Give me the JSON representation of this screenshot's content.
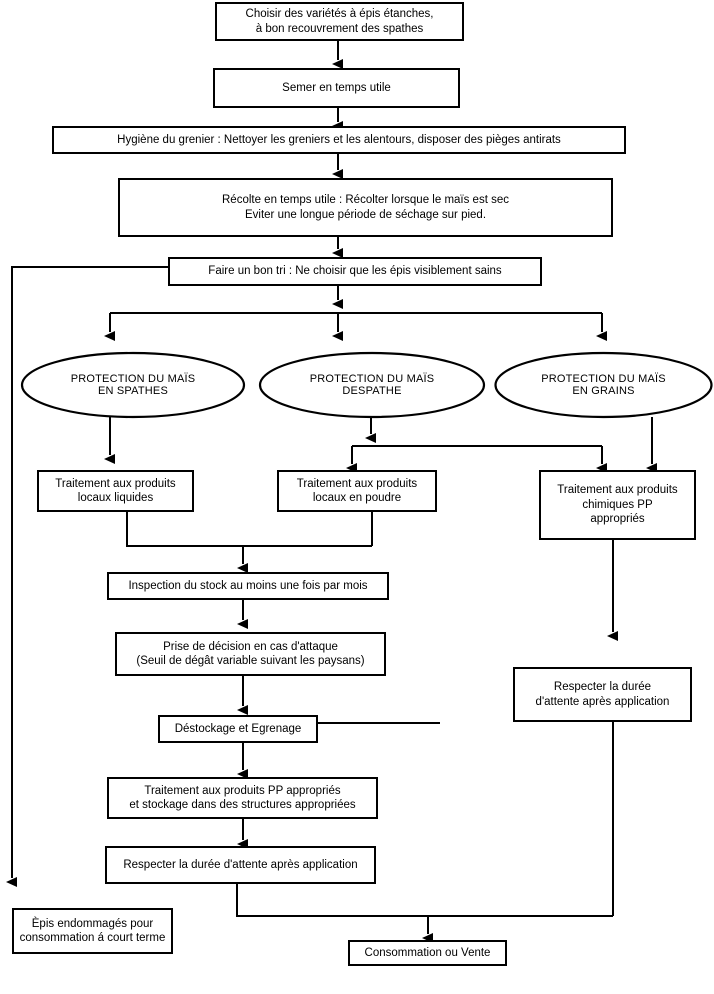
{
  "diagram": {
    "title": "Maize protection and storage flowchart",
    "language": "fr",
    "stroke_color": "#000000",
    "background_color": "#ffffff",
    "nodes": [
      {
        "id": "n1",
        "shape": "rect",
        "text": "Choisir des variétés à épis étanches,\nà bon recouvrement des spathes"
      },
      {
        "id": "n2",
        "shape": "rect",
        "text": "Semer en temps utile"
      },
      {
        "id": "n3",
        "shape": "rect",
        "text": "Hygiène du grenier : Nettoyer les greniers et les alentours, disposer des pièges antirats"
      },
      {
        "id": "n4",
        "shape": "rect",
        "text": "Récolte en temps utile : Récolter lorsque le maïs est sec\nEviter une longue période de séchage sur pied."
      },
      {
        "id": "n5",
        "shape": "rect",
        "text": "Faire un bon tri : Ne choisir que les épis visiblement sains"
      },
      {
        "id": "e1",
        "shape": "ellipse",
        "text": "PROTECTION DU MAÏS\nEN SPATHES"
      },
      {
        "id": "e2",
        "shape": "ellipse",
        "text": "PROTECTION DU  MAÏS\nDESPATHE"
      },
      {
        "id": "e3",
        "shape": "ellipse",
        "text": "PROTECTION DU MAÏS\nEN GRAINS"
      },
      {
        "id": "n6",
        "shape": "rect",
        "text": "Traitement aux produits\nlocaux  liquides"
      },
      {
        "id": "n7",
        "shape": "rect",
        "text": "Traitement aux  produits\nlocaux en poudre"
      },
      {
        "id": "n8",
        "shape": "rect",
        "text": "Traitement aux produits\nchimiques PP\nappropriés"
      },
      {
        "id": "n9",
        "shape": "rect",
        "text": "Inspection du stock au moins une fois par mois"
      },
      {
        "id": "n10",
        "shape": "rect",
        "text": "Prise de décision en cas d'attaque\n(Seuil de dégât variable suivant les paysans)"
      },
      {
        "id": "n11",
        "shape": "rect",
        "text": "Déstockage et Egrenage"
      },
      {
        "id": "n12",
        "shape": "rect",
        "text": "Traitement aux produits PP appropriés\net stockage dans des structures  appropriées"
      },
      {
        "id": "n13",
        "shape": "rect",
        "text": "Respecter la durée d'attente après application"
      },
      {
        "id": "n14",
        "shape": "rect",
        "text": "Respecter la durée\nd'attente après application"
      },
      {
        "id": "n15",
        "shape": "rect",
        "text": "Èpis endommagés pour\nconsommation á court terme"
      },
      {
        "id": "n16",
        "shape": "rect",
        "text": "Consommation ou Vente"
      }
    ]
  }
}
